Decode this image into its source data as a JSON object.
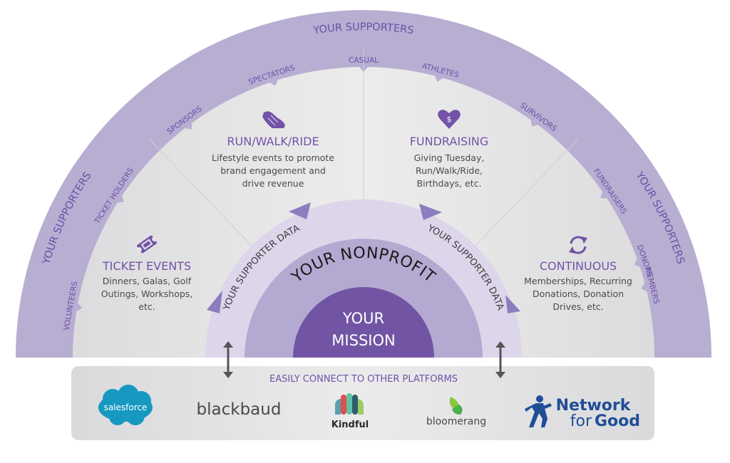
{
  "outer_ring": {
    "label": "YOUR SUPPORTERS",
    "left_label": "YOUR SUPPORTERS",
    "right_label": "YOUR SUPPORTERS",
    "sub_labels": [
      "VOLUNTEERS",
      "TICKET HOLDERS",
      "SPONSORS",
      "SPECTATORS",
      "CASUAL",
      "ATHLETES",
      "SURVIVORS",
      "FUNDRAISERS",
      "DONORS",
      "MEMBERS"
    ]
  },
  "segments": [
    {
      "id": "ticket-events",
      "icon": "ticket-icon",
      "title": "TICKET EVENTS",
      "lines": [
        "Dinners, Galas, Golf",
        "Outings, Workshops,",
        "etc."
      ]
    },
    {
      "id": "run-walk-ride",
      "icon": "sneaker-icon",
      "title": "RUN/WALK/RIDE",
      "lines": [
        "Lifestyle events to promote",
        "brand engagement and",
        "drive revenue"
      ]
    },
    {
      "id": "fundraising",
      "icon": "heart-dollar-icon",
      "title": "FUNDRAISING",
      "lines": [
        "Giving Tuesday,",
        "Run/Walk/Ride,",
        "Birthdays, etc."
      ]
    },
    {
      "id": "continuous",
      "icon": "refresh-icon",
      "title": "CONTINUOUS",
      "lines": [
        "Memberships, Recurring",
        "Donations, Donation",
        "Drives, etc."
      ]
    }
  ],
  "data_ring": {
    "left_label": "YOUR SUPPORTER DATA",
    "right_label": "YOUR SUPPORTER DATA"
  },
  "nonprofit_label": "YOUR NONPROFIT",
  "mission": {
    "line1": "YOUR",
    "line2": "MISSION"
  },
  "platforms": {
    "title": "EASILY CONNECT TO OTHER PLATFORMS",
    "logos": [
      {
        "name": "salesforce",
        "text": "salesforce",
        "color": "#1798c1"
      },
      {
        "name": "blackbaud",
        "text": "blackbaud",
        "color": "#4a4a4a"
      },
      {
        "name": "kindful",
        "text": "Kindful",
        "color": "#2b2b2b"
      },
      {
        "name": "bloomerang",
        "text": "bloomerang",
        "color": "#4a4a4a"
      },
      {
        "name": "network-for-good",
        "text_line1": "Network",
        "text_line2_a": "for",
        "text_line2_b": "Good",
        "color": "#1f4e96"
      }
    ]
  },
  "colors": {
    "outer_ring": "#b7aed2",
    "inner_field": "#e4e4e6",
    "data_ring": "#ddd6ea",
    "nonprofit_ring": "#b4a9d1",
    "mission": "#7155a4",
    "accent": "#7352a8",
    "arrow": "#8c7dbf",
    "connector": "#555555"
  }
}
